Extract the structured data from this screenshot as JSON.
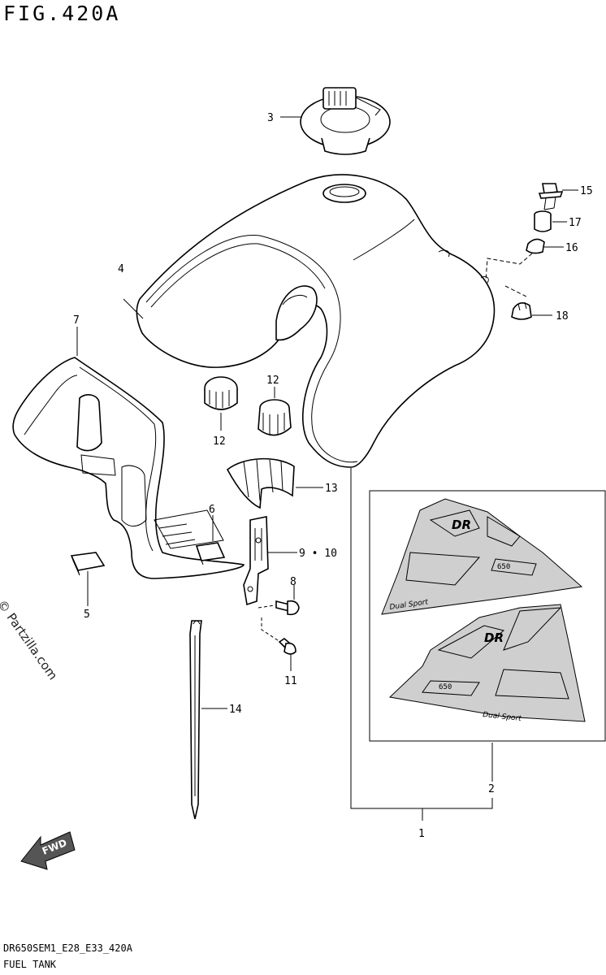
{
  "figure": {
    "title": "FIG.420A",
    "code": "DR650SEM1_E28_E33_420A",
    "name": "FUEL TANK"
  },
  "watermark": "© Partzilla.com",
  "fwd_badge": "FWD",
  "callouts": {
    "c1": "1",
    "c2": "2",
    "c3": "3",
    "c4": "4",
    "c5": "5",
    "c6": "6",
    "c7": "7",
    "c8": "8",
    "c9_10": "9 • 10",
    "c11": "11",
    "c12a": "12",
    "c12b": "12",
    "c13": "13",
    "c14": "14",
    "c15": "15",
    "c16": "16",
    "c17": "17",
    "c18": "18"
  },
  "decal_text": {
    "model_upper": "DR",
    "model_lower": "DR",
    "sub_upper": "650",
    "sub_lower": "650",
    "script_upper": "Dual Sport",
    "script_lower": "Dual Sport"
  }
}
